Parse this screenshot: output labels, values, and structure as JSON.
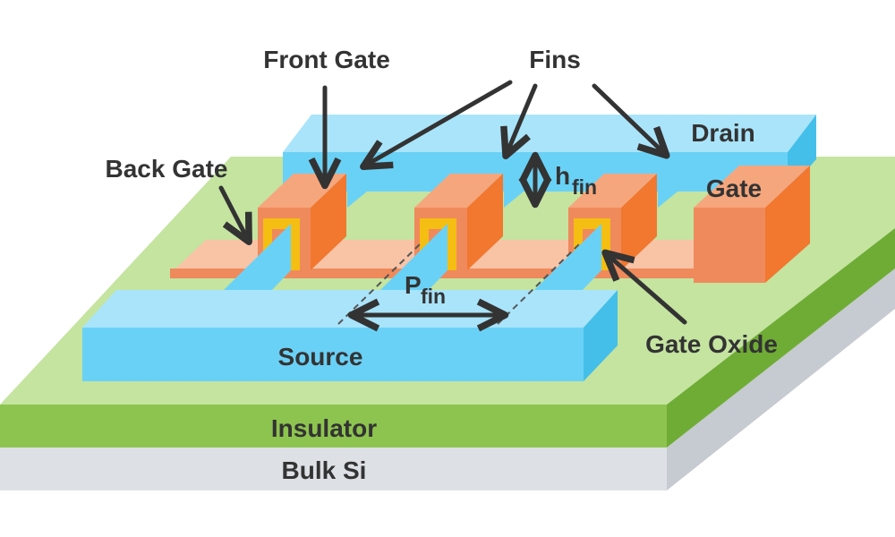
{
  "labels": {
    "front_gate": "Front Gate",
    "fins": "Fins",
    "back_gate": "Back Gate",
    "drain": "Drain",
    "gate": "Gate",
    "gate_oxide": "Gate Oxide",
    "source": "Source",
    "insulator": "Insulator",
    "bulk_si": "Bulk Si",
    "h_main": "h",
    "h_sub": "fin",
    "p_main": "P",
    "p_sub": "fin"
  },
  "colors": {
    "substrate_top": "#e8eaee",
    "substrate_front": "#dde0e5",
    "substrate_side": "#c6cad1",
    "insulator_top": "#c4e4a0",
    "insulator_front": "#8dc44f",
    "insulator_side": "#6fac36",
    "electrode_top": "#a9e4fb",
    "electrode_front": "#6ad1f6",
    "electrode_side": "#44bfe9",
    "gate_top": "#f6a67c",
    "gate_front": "#f2772f",
    "gate_side": "#ef8a5c",
    "gate_strip": "#f9c3a6",
    "oxide": "#f5be12",
    "label_text": "#333333",
    "arrow": "#333333"
  }
}
